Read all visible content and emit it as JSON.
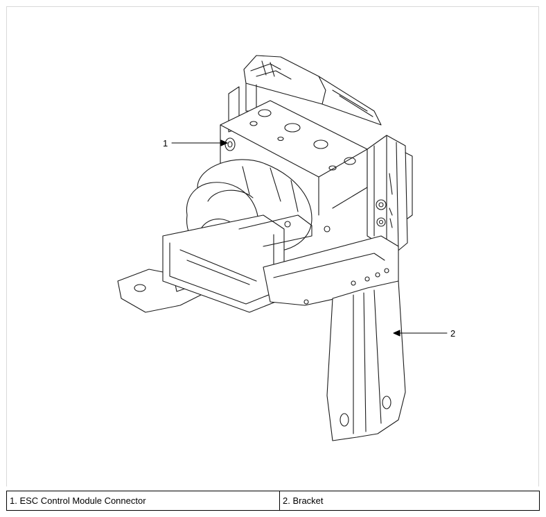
{
  "diagram": {
    "callouts": [
      {
        "number": "1"
      },
      {
        "number": "2"
      }
    ]
  },
  "legend": {
    "items": [
      {
        "text": "1. ESC Control Module Connector"
      },
      {
        "text": "2. Bracket"
      }
    ]
  }
}
